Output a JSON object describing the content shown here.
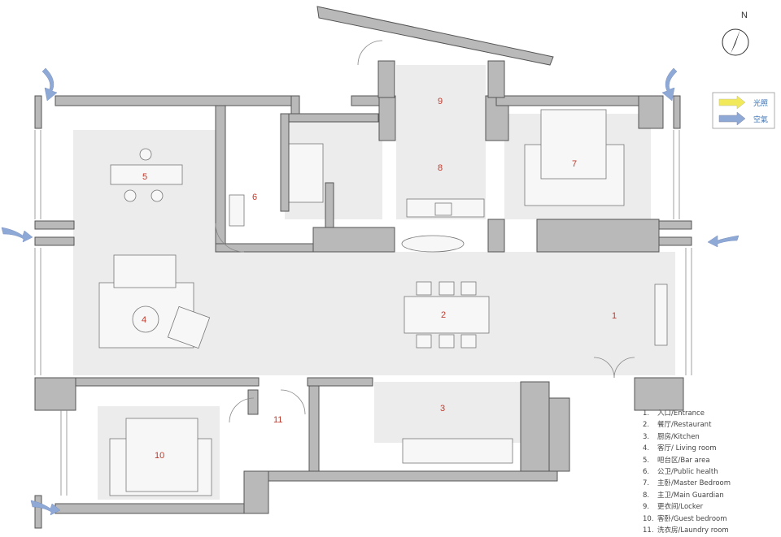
{
  "north": {
    "label": "N"
  },
  "key": {
    "light": {
      "label": "光照",
      "color": "#f2e95a"
    },
    "air": {
      "label": "空氣",
      "color": "#8fa9d6"
    }
  },
  "rooms": [
    {
      "id": "1",
      "label": "1"
    },
    {
      "id": "2",
      "label": "2"
    },
    {
      "id": "3",
      "label": "3"
    },
    {
      "id": "4",
      "label": "4"
    },
    {
      "id": "5",
      "label": "5"
    },
    {
      "id": "6",
      "label": "6"
    },
    {
      "id": "7",
      "label": "7"
    },
    {
      "id": "8",
      "label": "8"
    },
    {
      "id": "9",
      "label": "9"
    },
    {
      "id": "10",
      "label": "10"
    },
    {
      "id": "11",
      "label": "11"
    }
  ],
  "legend": [
    {
      "num": "1.",
      "text": "入口/Entrance"
    },
    {
      "num": "2.",
      "text": "餐厅/Restaurant"
    },
    {
      "num": "3.",
      "text": "厨房/Kitchen"
    },
    {
      "num": "4.",
      "text": "客厅/ Living room"
    },
    {
      "num": "5.",
      "text": "吧台区/Bar area"
    },
    {
      "num": "6.",
      "text": "公卫/Public health"
    },
    {
      "num": "7.",
      "text": "主卧/Master Bedroom"
    },
    {
      "num": "8.",
      "text": "主卫/Main Guardian"
    },
    {
      "num": "9.",
      "text": "更衣间/Locker"
    },
    {
      "num": "10.",
      "text": "客卧/Guest bedroom"
    },
    {
      "num": "11.",
      "text": "洗衣房/Laundry room"
    }
  ],
  "colors": {
    "wall": "#b9b9b9",
    "floor": "#ececec",
    "line": "#555555",
    "accent": "#c0392b"
  }
}
